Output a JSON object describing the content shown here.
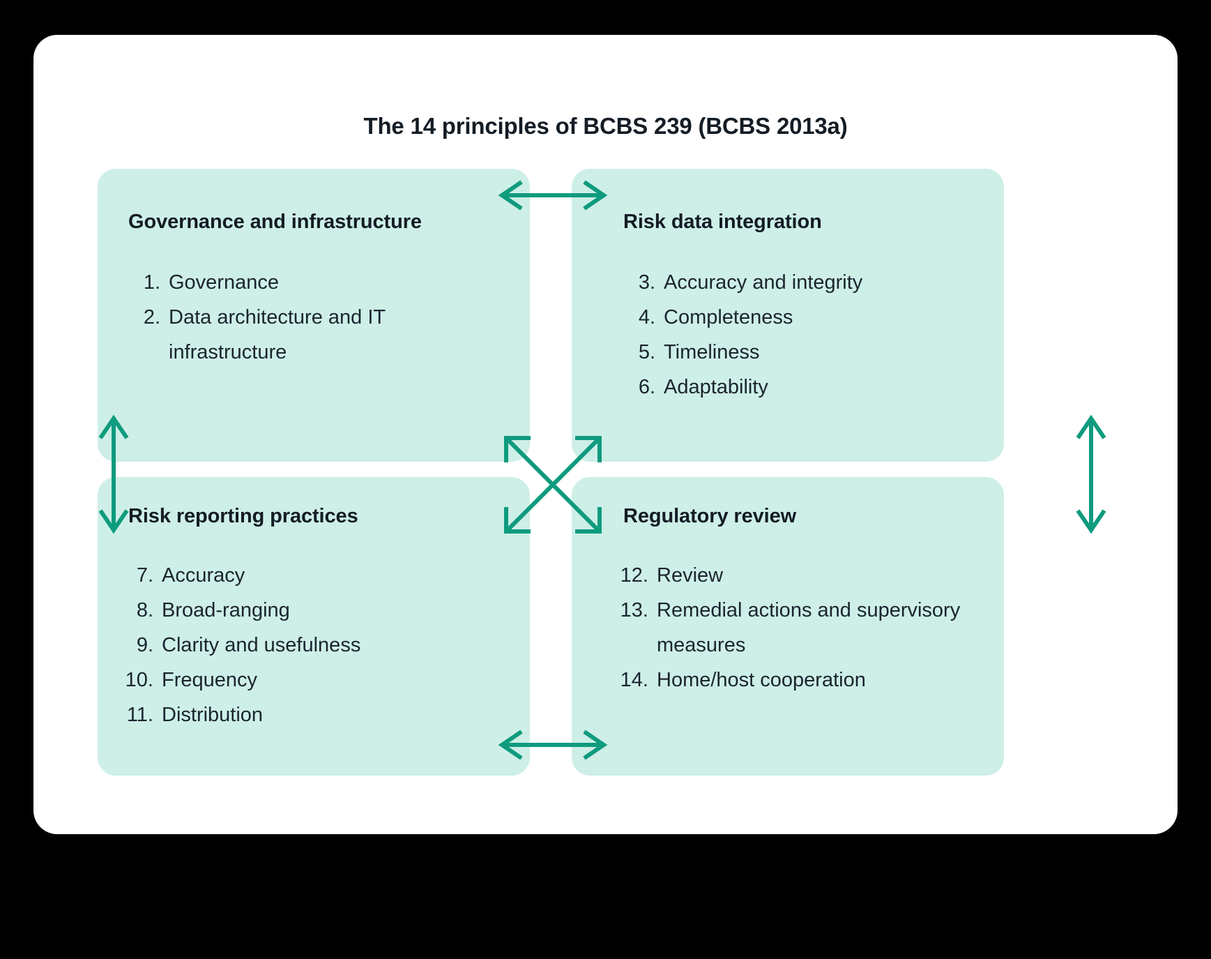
{
  "title": "The 14 principles of BCBS 239 (BCBS 2013a)",
  "colors": {
    "page_background": "#000000",
    "card_background": "#ffffff",
    "quadrant_fill": "#cdefe7",
    "arrow": "#0f9b7e",
    "text": "#141c25"
  },
  "quadrants": {
    "top_left": {
      "heading": "Governance and infrastructure",
      "items": [
        {
          "num": "1.",
          "text": "Governance"
        },
        {
          "num": "2.",
          "text": "Data architecture and IT infrastructure"
        }
      ]
    },
    "top_right": {
      "heading": "Risk data integration",
      "items": [
        {
          "num": "3.",
          "text": "Accuracy and integrity"
        },
        {
          "num": "4.",
          "text": "Completeness"
        },
        {
          "num": "5.",
          "text": "Timeliness"
        },
        {
          "num": "6.",
          "text": "Adaptability"
        }
      ]
    },
    "bottom_left": {
      "heading": "Risk reporting practices",
      "items": [
        {
          "num": "7.",
          "text": "Accuracy"
        },
        {
          "num": "8.",
          "text": "Broad-ranging"
        },
        {
          "num": "9.",
          "text": "Clarity and usefulness"
        },
        {
          "num": "10.",
          "text": "Frequency"
        },
        {
          "num": "11.",
          "text": "Distribution"
        }
      ]
    },
    "bottom_right": {
      "heading": "Regulatory review",
      "items": [
        {
          "num": "12.",
          "text": "Review"
        },
        {
          "num": "13.",
          "text": "Remedial actions and supervisory measures"
        },
        {
          "num": "14.",
          "text": "Home/host cooperation"
        }
      ]
    }
  },
  "connectors": [
    {
      "name": "top-horizontal-double-arrow",
      "orientation": "horizontal",
      "double_headed": true
    },
    {
      "name": "bottom-horizontal-double-arrow",
      "orientation": "horizontal",
      "double_headed": true
    },
    {
      "name": "left-vertical-double-arrow",
      "orientation": "vertical",
      "double_headed": true
    },
    {
      "name": "right-vertical-double-arrow",
      "orientation": "vertical",
      "double_headed": true
    },
    {
      "name": "center-diagonal-double-arrow-nwse",
      "orientation": "diagonal",
      "double_headed": true
    },
    {
      "name": "center-diagonal-double-arrow-nesw",
      "orientation": "diagonal",
      "double_headed": true
    }
  ]
}
